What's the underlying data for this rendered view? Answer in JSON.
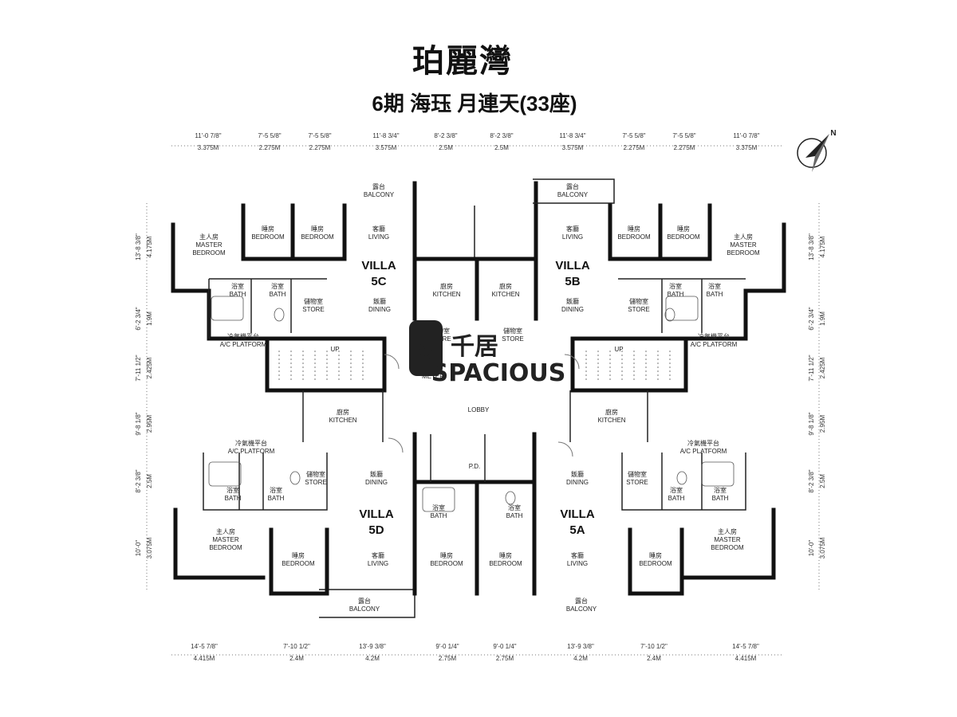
{
  "title": "珀麗灣",
  "subtitle": "6期 海珏 月連天(33座)",
  "compass": {
    "label": "N"
  },
  "logo": {
    "brand_cn": "千居",
    "brand_en": "SPACIOUS"
  },
  "top_dims": [
    {
      "imp": "11'-0 7/8\"",
      "met": "3.375M"
    },
    {
      "imp": "7'-5 5/8\"",
      "met": "2.275M"
    },
    {
      "imp": "7'-5 5/8\"",
      "met": "2.275M"
    },
    {
      "imp": "11'-8 3/4\"",
      "met": "3.575M"
    },
    {
      "imp": "8'-2 3/8\"",
      "met": "2.5M"
    },
    {
      "imp": "8'-2 3/8\"",
      "met": "2.5M"
    },
    {
      "imp": "11'-8 3/4\"",
      "met": "3.575M"
    },
    {
      "imp": "7'-5 5/8\"",
      "met": "2.275M"
    },
    {
      "imp": "7'-5 5/8\"",
      "met": "2.275M"
    },
    {
      "imp": "11'-0 7/8\"",
      "met": "3.375M"
    }
  ],
  "bottom_dims": [
    {
      "imp": "14'-5 7/8\"",
      "met": "4.415M"
    },
    {
      "imp": "7'-10 1/2\"",
      "met": "2.4M"
    },
    {
      "imp": "13'-9 3/8\"",
      "met": "4.2M"
    },
    {
      "imp": "9'-0 1/4\"",
      "met": "2.75M"
    },
    {
      "imp": "9'-0 1/4\"",
      "met": "2.75M"
    },
    {
      "imp": "13'-9 3/8\"",
      "met": "4.2M"
    },
    {
      "imp": "7'-10 1/2\"",
      "met": "2.4M"
    },
    {
      "imp": "14'-5 7/8\"",
      "met": "4.415M"
    }
  ],
  "side_dims": [
    {
      "imp": "13'-8 3/8\"",
      "met": "4.175M"
    },
    {
      "imp": "6'-2 3/4\"",
      "met": "1.9M"
    },
    {
      "imp": "7'-11 1/2\"",
      "met": "2.425M"
    },
    {
      "imp": "9'-8 1/8\"",
      "met": "2.95M"
    },
    {
      "imp": "8'-2 3/8\"",
      "met": "2.5M"
    },
    {
      "imp": "10'-0\"",
      "met": "3.075M"
    }
  ],
  "villas": {
    "5a": "VILLA 5A",
    "5b": "VILLA 5B",
    "5c": "VILLA 5C",
    "5d": "VILLA 5D"
  },
  "rooms": {
    "balcony_cn": "露台",
    "balcony_en": "BALCONY",
    "master_cn": "主人房",
    "master_en1": "MASTER",
    "master_en2": "BEDROOM",
    "bedroom_cn": "睡房",
    "bedroom_en": "BEDROOM",
    "living_cn": "客廳",
    "living_en": "LIVING",
    "kitchen_cn": "廚房",
    "kitchen_en": "KITCHEN",
    "dining_cn": "飯廳",
    "dining_en": "DINING",
    "bath_cn": "浴室",
    "bath_en": "BATH",
    "store_cn": "儲物室",
    "store_en": "STORE",
    "ac_cn": "冷氣機平台",
    "ac_en": "A/C PLATFORM",
    "lobby": "LOBBY",
    "up": "UP",
    "pd": "P.D.",
    "meter": "METER"
  }
}
